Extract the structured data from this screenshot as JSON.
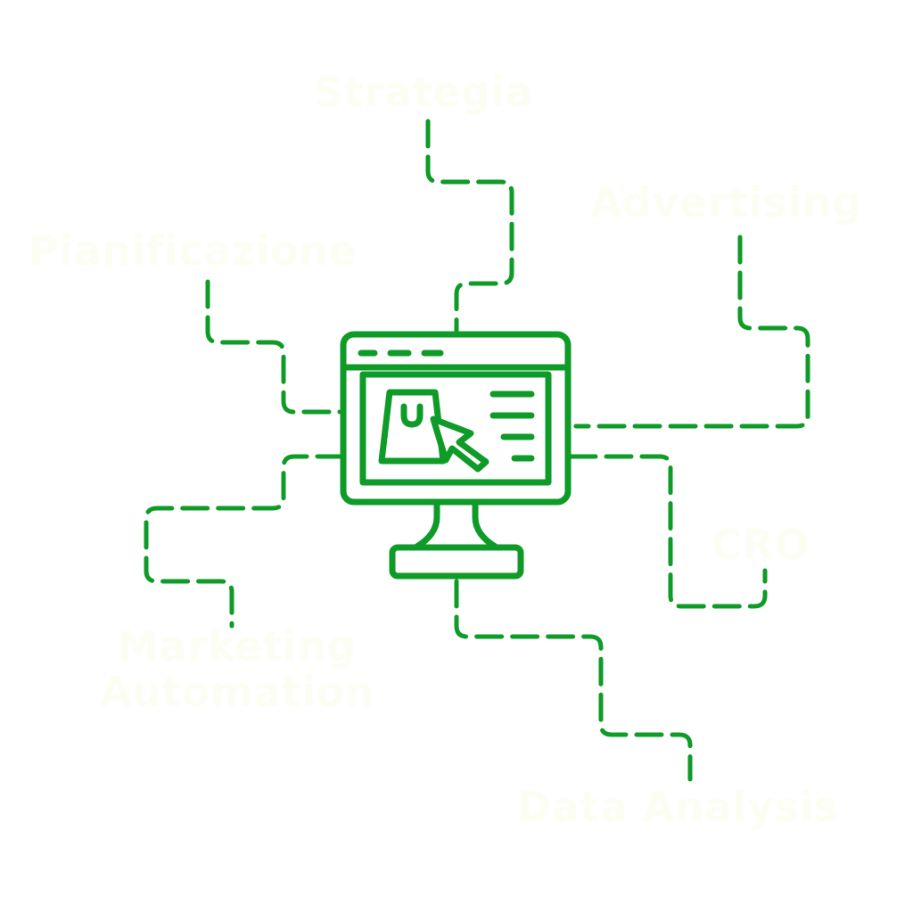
{
  "colors": {
    "accent": "#0f9b27",
    "label_text": "#fcfdf3",
    "background": "#ffffff"
  },
  "center": {
    "icon": "monitor-shopping-cart-icon",
    "sub_icons": [
      "shopping-bag-icon",
      "cursor-arrow-icon"
    ]
  },
  "labels": {
    "strategia": "Strategia",
    "advertising": "Advertising",
    "pianificazione": "Pianificazione",
    "cro": "CRO",
    "marketing_line1": "Marketing",
    "marketing_line2": "Automation",
    "data_analysis": "Data Analysis"
  }
}
